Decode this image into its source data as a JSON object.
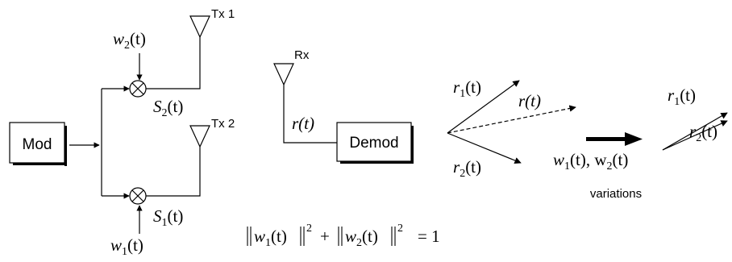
{
  "transmitter": {
    "mod_label": "Mod",
    "tx1_label": "Tx 1",
    "tx2_label": "Tx 2",
    "w2": {
      "base": "w",
      "sub": "2",
      "arg": "(t)"
    },
    "w1": {
      "base": "w",
      "sub": "1",
      "arg": "(t)"
    },
    "s2": {
      "base": "S",
      "sub": "2",
      "arg": "(t)"
    },
    "s1": {
      "base": "S",
      "sub": "1",
      "arg": "(t)"
    }
  },
  "receiver": {
    "rx_label": "Rx",
    "signal": "r(t)",
    "demod_label": "Demod"
  },
  "vectors_before": {
    "r1": {
      "base": "r",
      "sub": "1",
      "arg": "(t)"
    },
    "r": "r(t)",
    "r2": {
      "base": "r",
      "sub": "2",
      "arg": "(t)"
    }
  },
  "weights_change": {
    "label_base1": "w",
    "label_sub1": "1",
    "label_mid": "(t), w",
    "label_sub2": "2",
    "label_end": "(t)",
    "caption": "variations"
  },
  "vectors_after": {
    "r1": {
      "base": "r",
      "sub": "1",
      "arg": "(t)"
    },
    "r2": {
      "base": "r",
      "sub": "2",
      "arg": "(t)"
    }
  },
  "constraint": {
    "w1_base": "w",
    "w1_sub": "1",
    "w1_arg": "(t)",
    "w2_base": "w",
    "w2_sub": "2",
    "w2_arg": "(t)",
    "exp": "2",
    "plus": "+",
    "rhs": "= 1"
  }
}
